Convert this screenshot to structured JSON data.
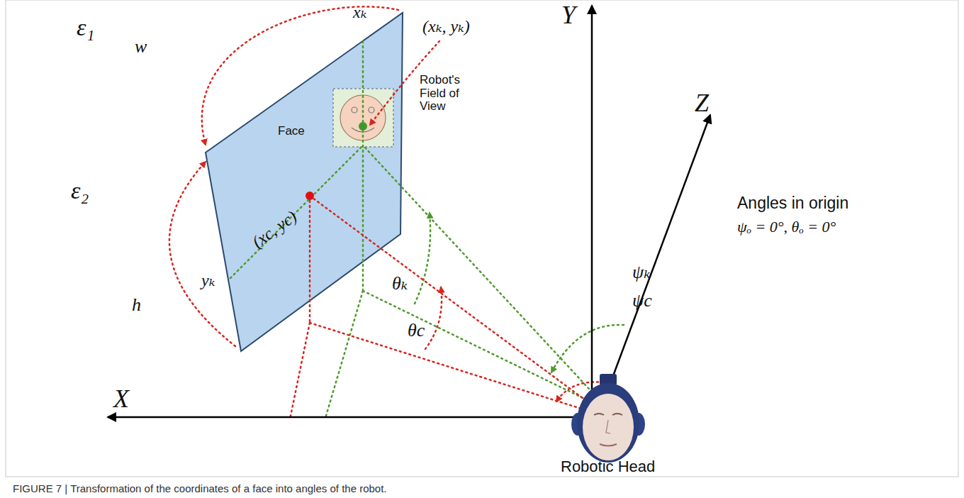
{
  "diagram": {
    "caption": "FIGURE 7 | Transformation of the coordinates of a face into angles of the robot.",
    "labels": [
      "ε₁",
      "w",
      "xₖ",
      "(xₖ, yₖ)",
      "Face",
      "Robot's Field of View",
      "Y",
      "Z",
      "yₖ",
      "(xc, yc)",
      "ε₂",
      "h",
      "θₖ",
      "ψₖ",
      "ψc",
      "Angles in origin",
      "ψₒ = 0°, θₒ = 0°",
      "θc",
      "X",
      "Robotic Head"
    ]
  }
}
